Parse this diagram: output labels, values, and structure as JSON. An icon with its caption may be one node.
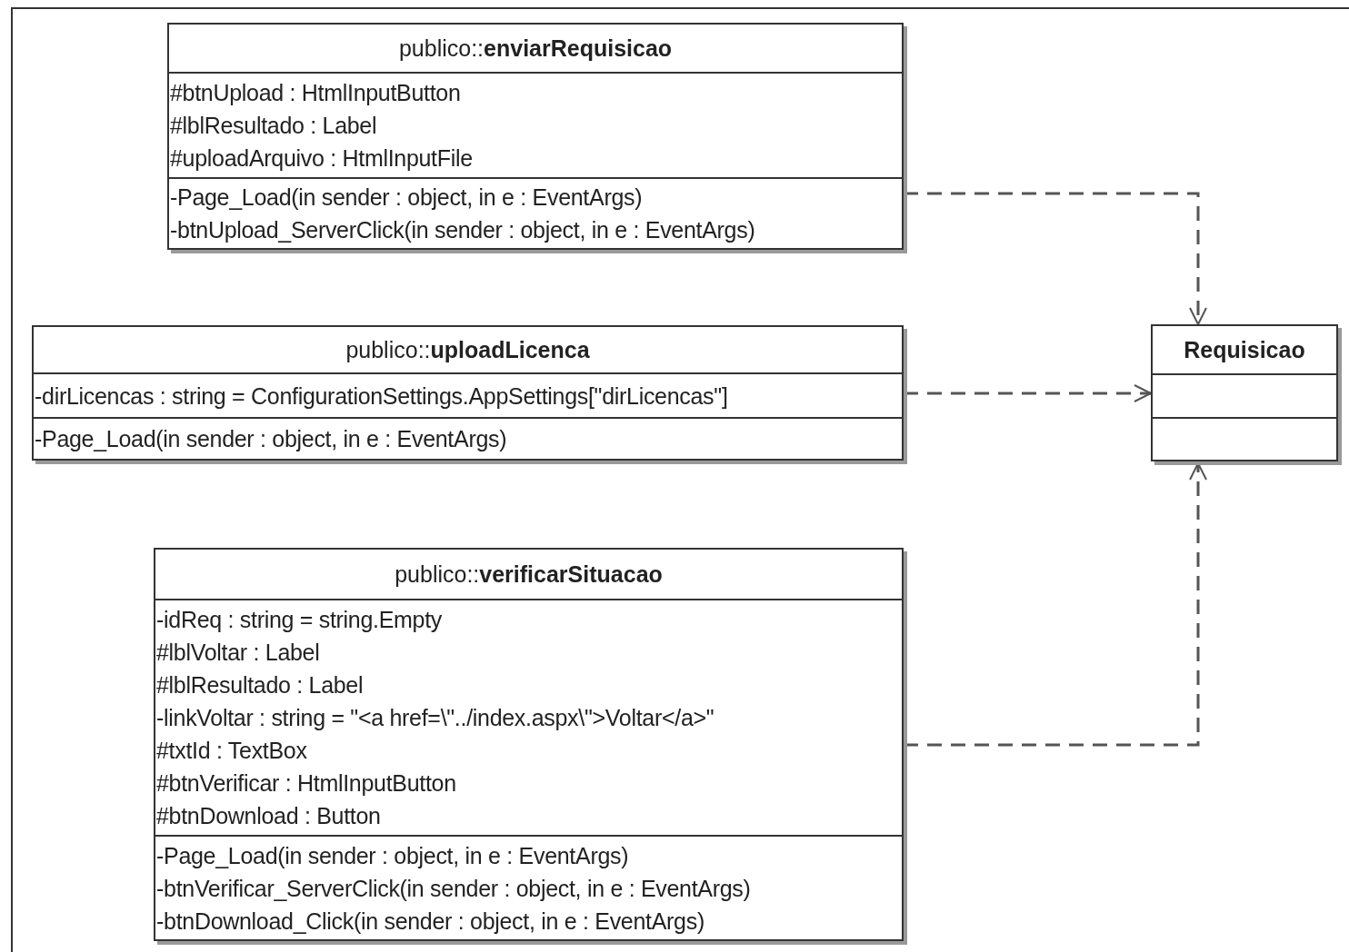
{
  "diagram": {
    "nodes": [
      {
        "text": [
          "publico::**enviarRequisicao**",
          "#btnUpload : HtmlInputButton",
          "#lblResultado : Label",
          "#uploadArquivo : HtmlInputFile",
          "-Page_Load(in sender : object, in e : EventArgs)",
          "-btnUpload_ServerClick(in sender : object, in e : EventArgs)"
        ]
      },
      {
        "text": [
          "publico::**uploadLicenca**",
          "-dirLicencas : string = ConfigurationSettings.AppSettings[\"dirLicencas\"]",
          "-Page_Load(in sender : object, in e : EventArgs)"
        ]
      },
      {
        "text": [
          "publico::**verificarSituacao**",
          "-idReq : string = string.Empty",
          "#lblVoltar : Label",
          "#lblResultado : Label",
          "-linkVoltar : string = \"<a href=\\\"../index.aspx\\\">Voltar</a>\"",
          "#txtId : TextBox",
          "#btnVerificar : HtmlInputButton",
          "#btnDownload : Button",
          "-Page_Load(in sender : object, in e : EventArgs)",
          "-btnVerificar_ServerClick(in sender : object, in e : EventArgs)",
          "-btnDownload_Click(in sender : object, in e : EventArgs)"
        ]
      },
      {
        "text": [
          "Requisicao"
        ]
      }
    ],
    "edges": [
      {
        "from": 0,
        "to": 3,
        "arrow": "to",
        "style": "dashed"
      },
      {
        "from": 1,
        "to": 3,
        "arrow": "to",
        "style": "dashed"
      },
      {
        "from": 2,
        "to": 3,
        "arrow": "to",
        "style": "dashed"
      }
    ]
  }
}
